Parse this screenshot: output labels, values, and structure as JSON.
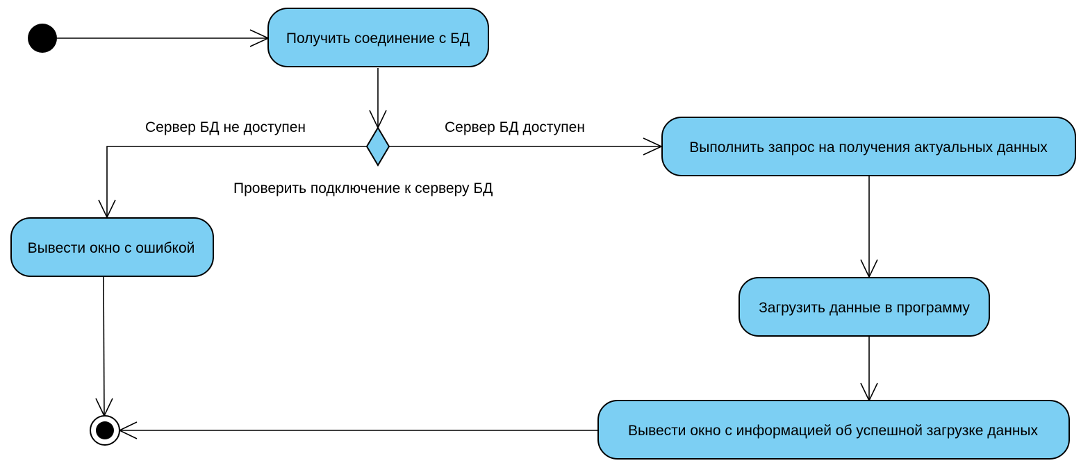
{
  "diagram": {
    "type": "uml-activity",
    "colors": {
      "activity_fill": "#7ccff3",
      "stroke": "#000000",
      "node_marker": "#000000",
      "background": "#ffffff"
    },
    "activities": {
      "get_connection": "Получить соединение с БД",
      "execute_query": "Выполнить запрос на получения актуальных данных",
      "show_error": "Вывести окно с ошибкой",
      "load_data": "Загрузить данные в программу",
      "show_success": "Вывести окно с информацией об успешной загрузке данных"
    },
    "decision": {
      "label": "Проверить подключение к серверу БД"
    },
    "guards": {
      "unavailable": "Сервер БД не доступен",
      "available": "Сервер БД доступен"
    }
  }
}
